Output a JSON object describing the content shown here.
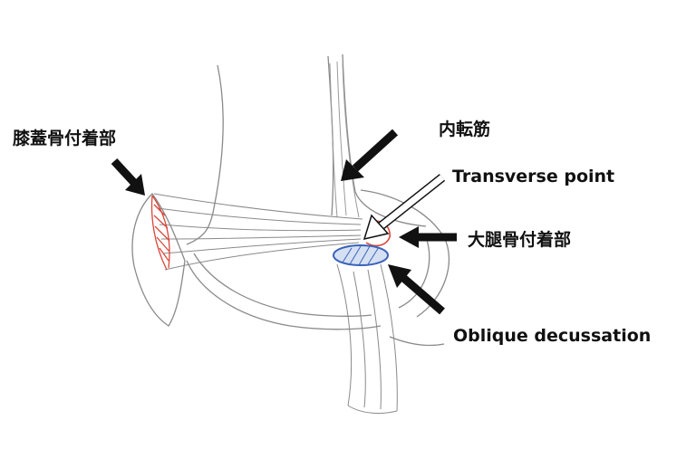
{
  "labels": {
    "patella_attachment": "膝蓋骨付着部",
    "adductor_muscle": "内転筋",
    "transverse_point": "Transverse point",
    "femur_attachment": "大腿骨付着部",
    "oblique_decussation": "Oblique decussation"
  },
  "colors": {
    "outline": "#8a8a8a",
    "patella_attachment_red": "#d9473a",
    "femur_attachment_red": "#d9473a",
    "oblique_blue": "#3a63b8",
    "arrow": "#111111"
  }
}
